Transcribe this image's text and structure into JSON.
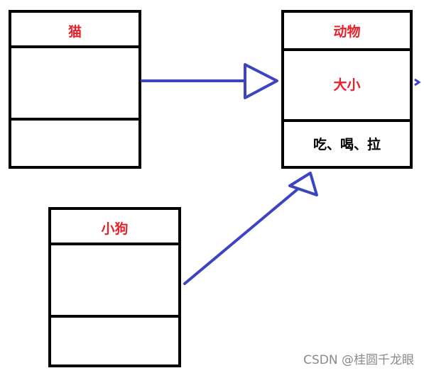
{
  "classes": {
    "cat": {
      "name": "猫",
      "attributes": "",
      "methods": ""
    },
    "animal": {
      "name": "动物",
      "attributes": "大小",
      "methods": "吃、喝、拉"
    },
    "dog": {
      "name": "小狗",
      "attributes": "",
      "methods": ""
    }
  },
  "colors": {
    "name_text": "#e8202a",
    "method_text": "#000000",
    "arrow": "#3c44c4",
    "border": "#000000"
  },
  "watermark": "CSDN @桂圆千龙眼"
}
